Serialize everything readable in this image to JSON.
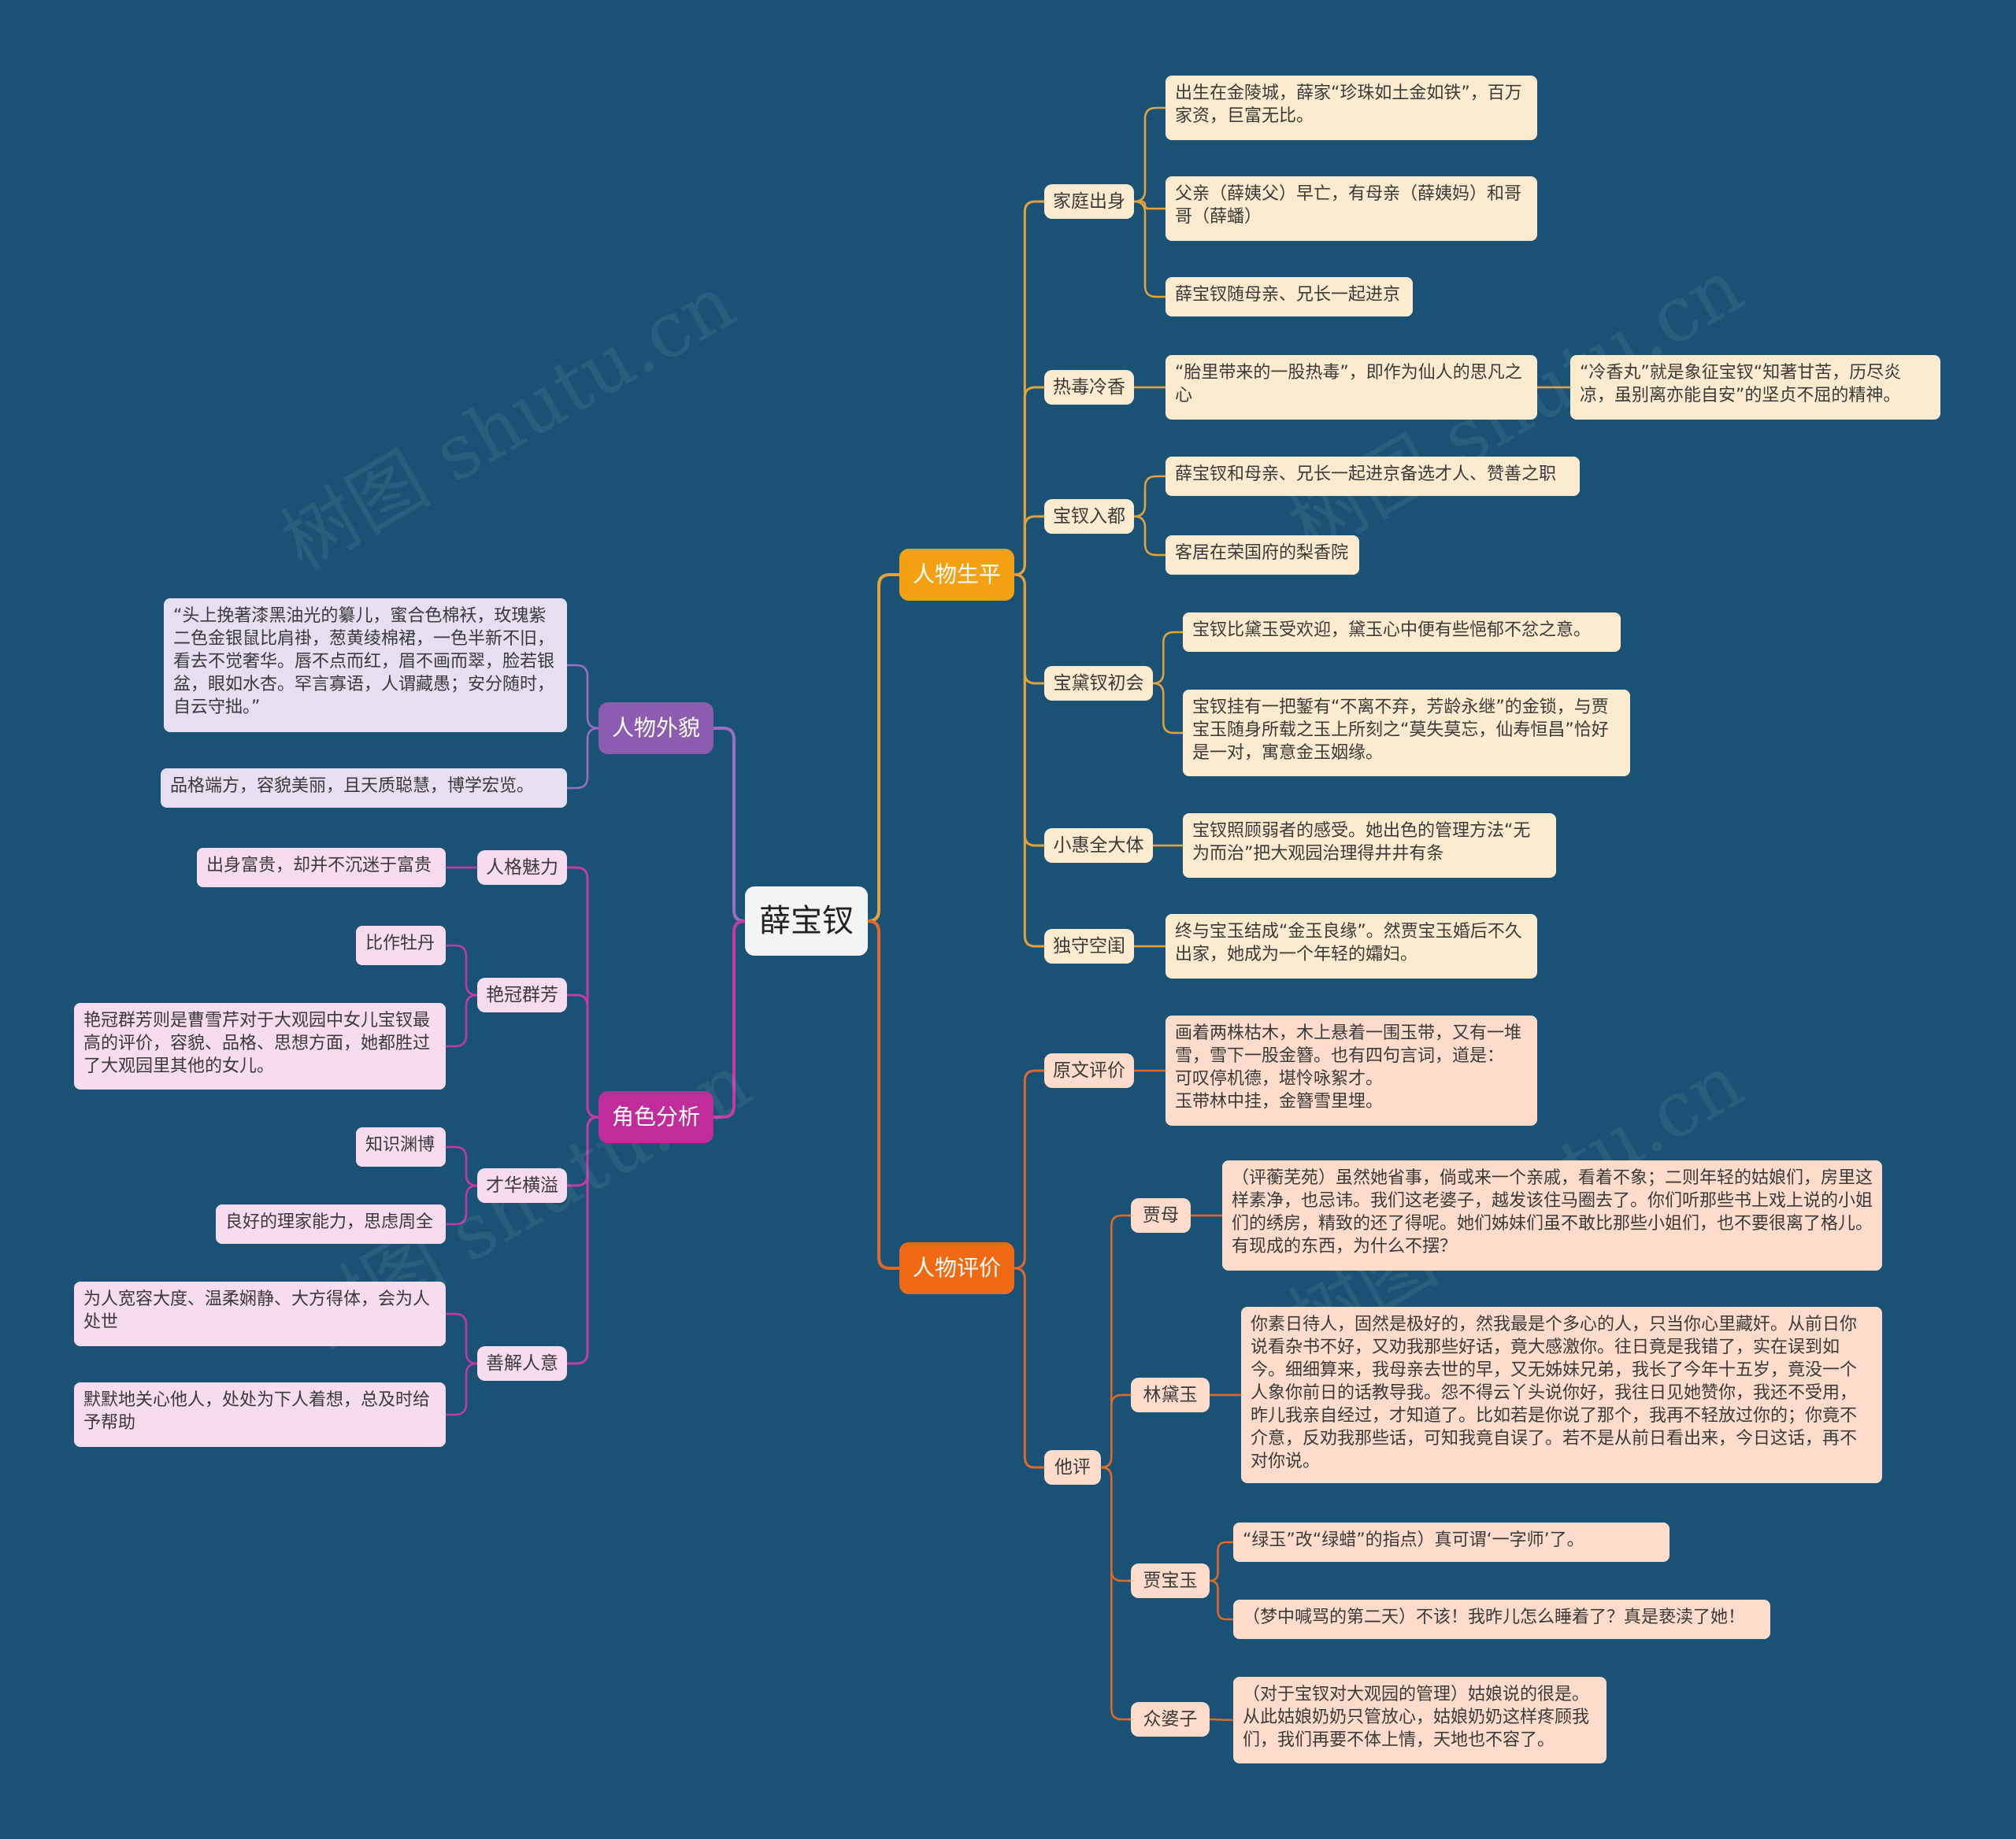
{
  "colors": {
    "background": "#1a5276",
    "life": "#f4a013",
    "evaluation": "#f06a14",
    "appearance": "#8c5cb0",
    "analysis": "#c12c9c",
    "lines_life": "#e6a23a",
    "lines_eval": "#e0692a",
    "lines_appearance": "#9b6dc4",
    "lines_analysis": "#c33aa7"
  },
  "watermark": "树图 shutu.cn",
  "root": "薛宝钗",
  "life": {
    "label": "人物生平",
    "family": {
      "label": "家庭出身",
      "items": [
        "出生在金陵城，薛家“珍珠如土金如铁”，百万家资，巨富无比。",
        "父亲（薛姨父）早亡，有母亲（薛姨妈）和哥哥（薛蟠）",
        "薛宝钗随母亲、兄长一起进京"
      ]
    },
    "poison": {
      "label": "热毒冷香",
      "item": "“胎里带来的一股热毒”，即作为仙人的思凡之心",
      "sub": "“冷香丸”就是象征宝钗“知著甘苦，历尽炎凉，虽别离亦能自安”的坚贞不屈的精神。"
    },
    "capital": {
      "label": "宝钗入都",
      "items": [
        "薛宝钗和母亲、兄长一起进京备选才人、赞善之职",
        "客居在荣国府的梨香院"
      ]
    },
    "meet": {
      "label": "宝黛钗初会",
      "items": [
        "宝钗比黛玉受欢迎，黛玉心中便有些悒郁不忿之意。",
        "宝钗挂有一把錾有“不离不弃，芳龄永继”的金锁，与贾宝玉随身所载之玉上所刻之“莫失莫忘，仙寿恒昌”恰好是一对，寓意金玉姻缘。"
      ]
    },
    "kindness": {
      "label": "小惠全大体",
      "item": "宝钗照顾弱者的感受。她出色的管理方法“无为而治”把大观园治理得井井有条"
    },
    "alone": {
      "label": "独守空闺",
      "item": "终与宝玉结成“金玉良缘”。然贾宝玉婚后不久出家，她成为一个年轻的孀妇。"
    }
  },
  "evaluation": {
    "label": "人物评价",
    "original": {
      "label": "原文评价",
      "item": "画着两株枯木，木上悬着一围玉带，又有一堆雪，雪下一股金簪。也有四句言词，道是：\n可叹停机德，堪怜咏絮才。\n玉带林中挂，金簪雪里埋。"
    },
    "others": {
      "label": "他评",
      "jiamu": {
        "label": "贾母",
        "item": "（评蘅芜苑）虽然她省事，倘或来一个亲戚，看着不象；二则年轻的姑娘们，房里这样素净，也忌讳。我们这老婆子，越发该住马圈去了。你们听那些书上戏上说的小姐们的绣房，精致的还了得呢。她们姊妹们虽不敢比那些小姐们，也不要很离了格儿。有现成的东西，为什么不摆？"
      },
      "daiyu": {
        "label": "林黛玉",
        "item": "你素日待人，固然是极好的，然我最是个多心的人，只当你心里藏奸。从前日你说看杂书不好，又劝我那些好话，竟大感激你。往日竟是我错了，实在误到如今。细细算来，我母亲去世的早，又无姊妹兄弟，我长了今年十五岁，竟没一个人象你前日的话教导我。怨不得云丫头说你好，我往日见她赞你，我还不受用，昨儿我亲自经过，才知道了。比如若是你说了那个，我再不轻放过你的；你竟不介意，反劝我那些话，可知我竟自误了。若不是从前日看出来，今日这话，再不对你说。"
      },
      "baoyu": {
        "label": "贾宝玉",
        "items": [
          "“绿玉”改“绿蜡”的指点）真可谓‘一字师’了。",
          "（梦中喊骂的第二天）不该！我昨儿怎么睡着了？真是亵渎了她！"
        ]
      },
      "maids": {
        "label": "众婆子",
        "item": "（对于宝钗对大观园的管理）姑娘说的很是。从此姑娘奶奶只管放心，姑娘奶奶这样疼顾我们，我们再要不体上情，天地也不容了。"
      }
    }
  },
  "appearance": {
    "label": "人物外貌",
    "items": [
      "“头上挽著漆黑油光的纂儿，蜜合色棉袄，玫瑰紫二色金银鼠比肩褂，葱黄绫棉裙，一色半新不旧，看去不觉奢华。唇不点而红，眉不画而翠，脸若银盆，眼如水杏。罕言寡语，人谓藏愚；安分随时，自云守拙。”",
      "品格端方，容貌美丽，且天质聪慧，博学宏览。"
    ]
  },
  "analysis": {
    "label": "角色分析",
    "charm": {
      "label": "人格魅力",
      "item": "出身富贵，却并不沉迷于富贵"
    },
    "beauty": {
      "label": "艳冠群芳",
      "items": [
        "比作牡丹",
        "艳冠群芳则是曹雪芹对于大观园中女儿宝钗最高的评价，容貌、品格、思想方面，她都胜过了大观园里其他的女儿。"
      ]
    },
    "talent": {
      "label": "才华横溢",
      "items": [
        "知识渊博",
        "良好的理家能力，思虑周全"
      ]
    },
    "understanding": {
      "label": "善解人意",
      "items": [
        "为人宽容大度、温柔娴静、大方得体，会为人处世",
        "默默地关心他人，处处为下人着想，总及时给予帮助"
      ]
    }
  }
}
